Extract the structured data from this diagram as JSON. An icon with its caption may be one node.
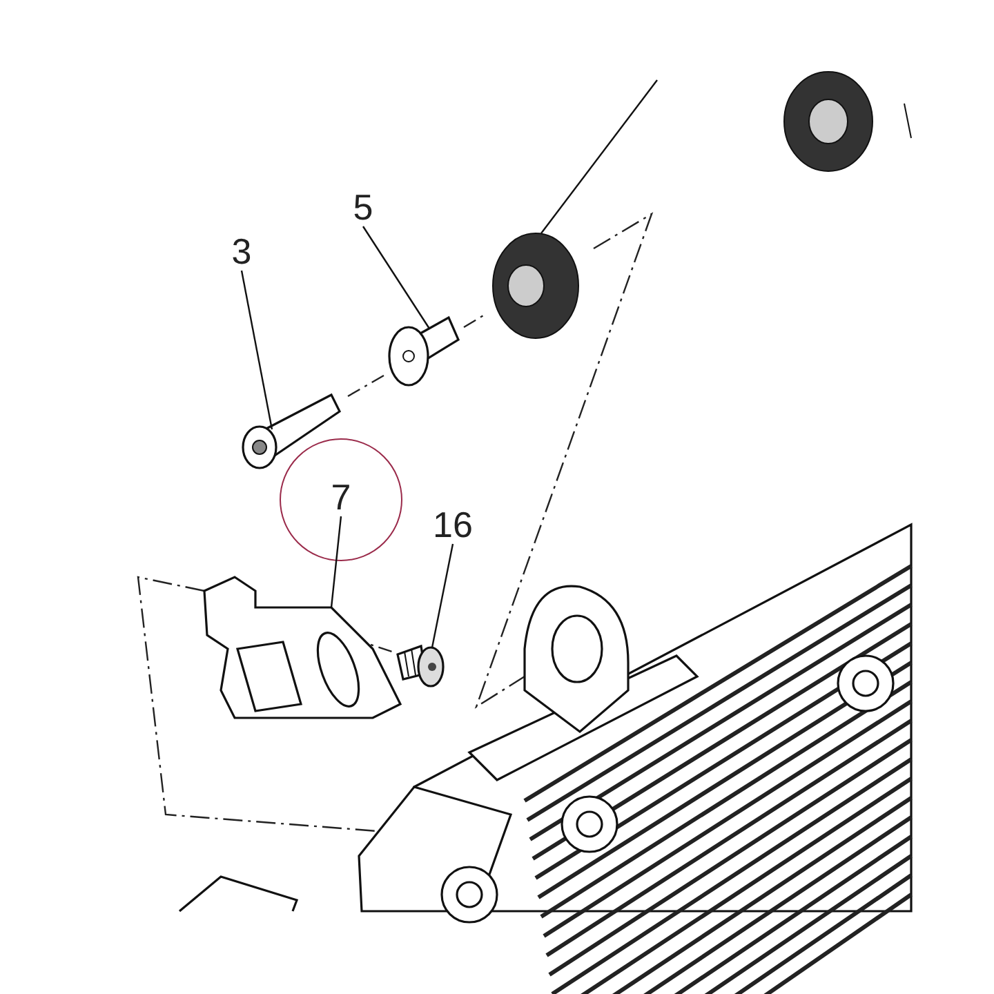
{
  "diagram": {
    "nodes": [
      {
        "text": [
          "3"
        ]
      },
      {
        "text": [],
        "shape": "picture"
      },
      {
        "text": [
          "5"
        ]
      },
      {
        "text": [],
        "shape": "picture"
      },
      {
        "text": [],
        "shape": "picture"
      },
      {
        "text": [
          "7"
        ]
      },
      {
        "text": [],
        "shape": "picture"
      },
      {
        "text": [
          "16"
        ]
      },
      {
        "text": [],
        "shape": "picture"
      }
    ],
    "edges": [
      {
        "from": 0,
        "to": 1,
        "arrow": "none"
      },
      {
        "from": 2,
        "to": 3,
        "arrow": "none"
      },
      {
        "from": null,
        "to": 4,
        "arrow": "none"
      },
      {
        "from": 5,
        "to": 6,
        "arrow": "none"
      },
      {
        "from": 7,
        "to": 8,
        "arrow": "none"
      }
    ]
  }
}
